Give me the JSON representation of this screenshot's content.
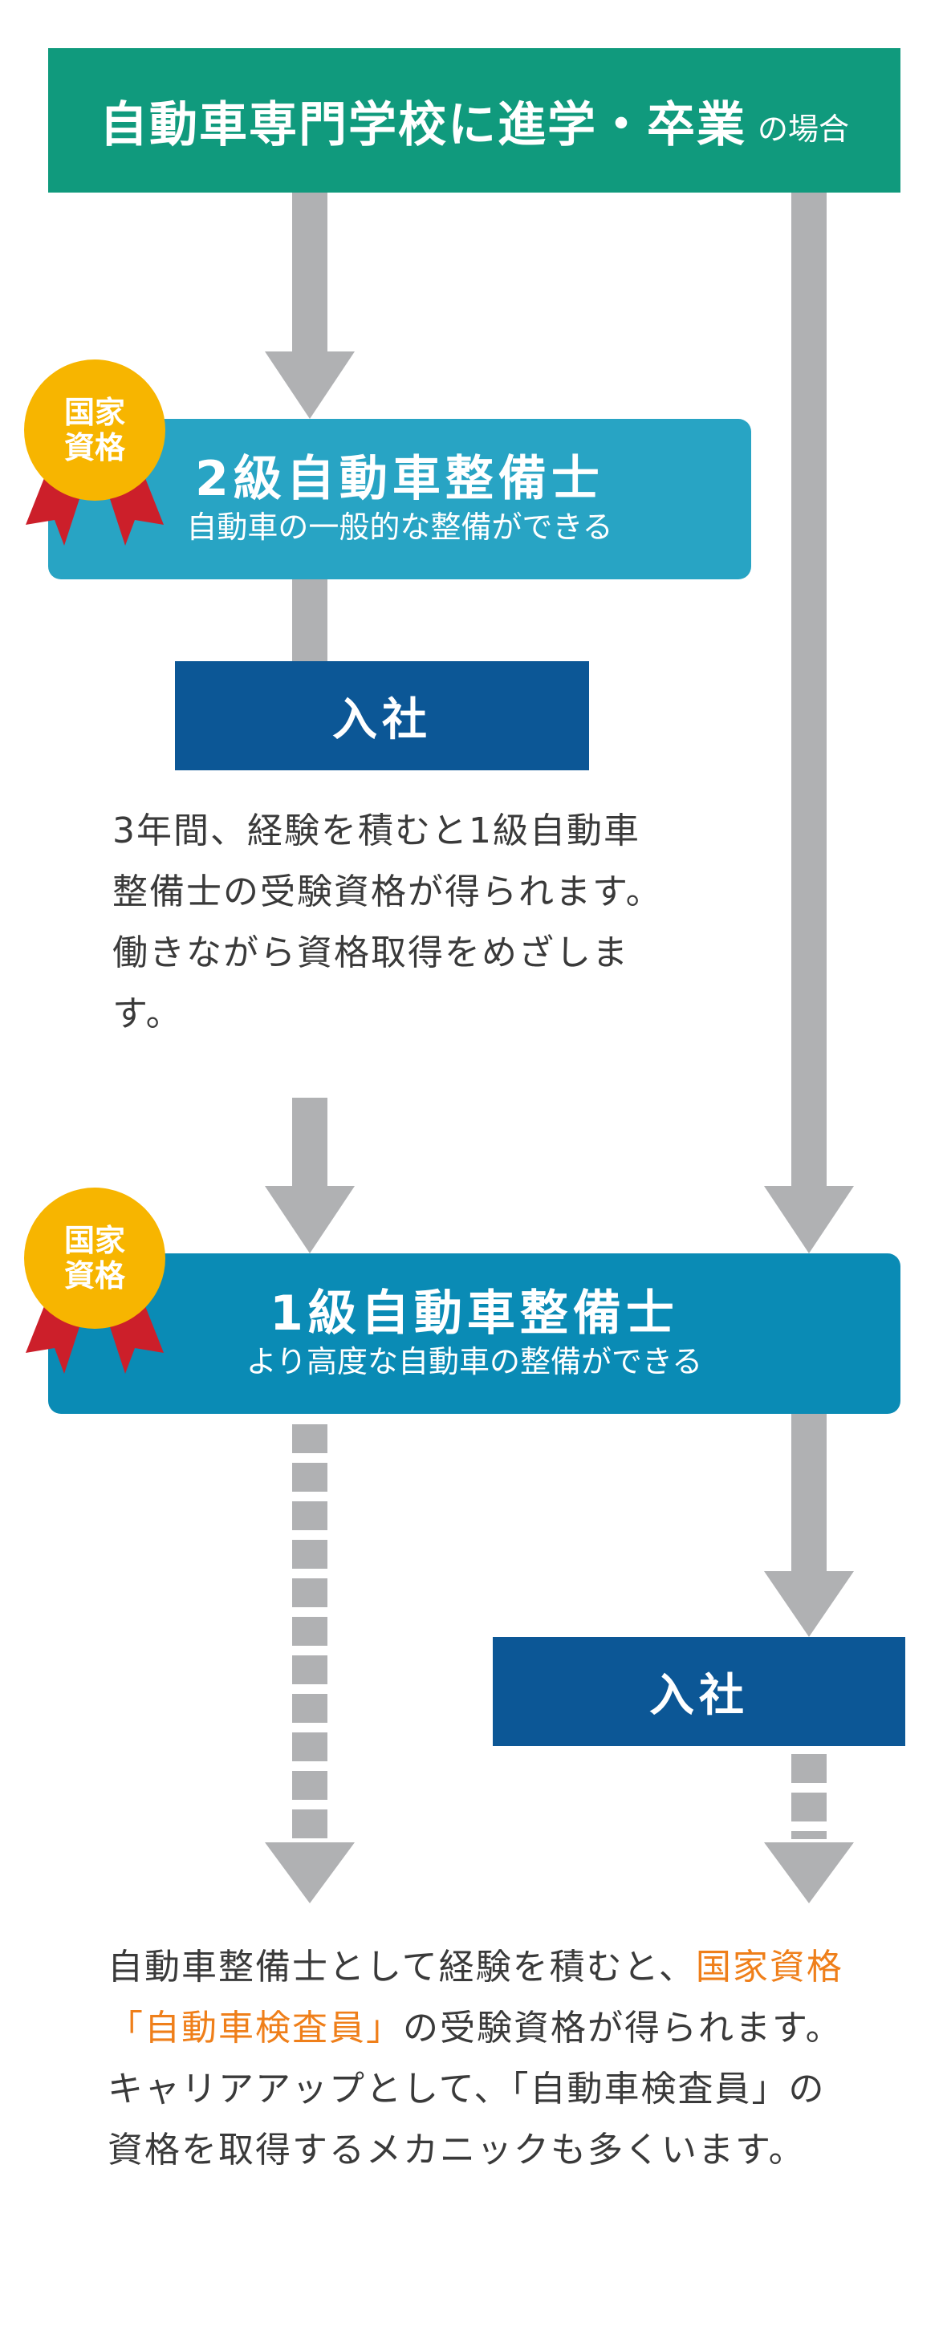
{
  "header": {
    "title": "自動車専門学校に進学・卒業",
    "suffix": "の場合"
  },
  "badge": {
    "line1": "国家",
    "line2": "資格"
  },
  "grade2": {
    "title": "2級自動車整備士",
    "description": "自動車の一般的な整備ができる"
  },
  "join_label": "入社",
  "paragraph1": "3年間、経験を積むと1級自動車整備士の受験資格が得られます。働きながら資格取得をめざします。",
  "grade1": {
    "title": "1級自動車整備士",
    "description": "より高度な自動車の整備ができる"
  },
  "paragraph2": {
    "part1": "自動車整備士として経験を積むと、",
    "highlight": "国家資格「自動車検査員」",
    "part2": "の受験資格が得られます。キャリアアップとして、「自動車検査員」の資格を取得するメカニックも多くいます。"
  },
  "colors": {
    "header": "#109a7d",
    "grade2_box": "#28a4c4",
    "grade1_box": "#0a8bb5",
    "join_box": "#0c5796",
    "arrow": "#b0b1b3",
    "badge_gold": "#f7b500",
    "ribbon_red": "#cc1f2a",
    "highlight": "#ef7f1a"
  }
}
